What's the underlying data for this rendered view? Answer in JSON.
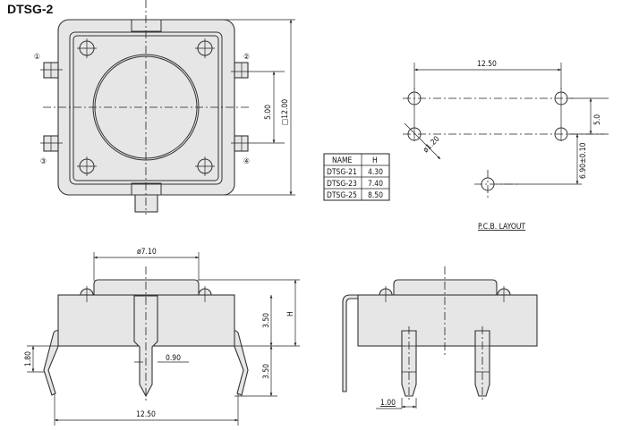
{
  "title": "DTSG-2",
  "top_view": {
    "pin_labels": [
      "①",
      "②",
      "③",
      "④"
    ],
    "dim_body": "□12.00",
    "dim_pin_pitch": "5.00"
  },
  "pcb_layout": {
    "label": "P.C.B. LAYOUT",
    "dim_horizontal": "12.50",
    "dim_vertical": "5.0",
    "dim_offset": "6.90±0.10",
    "dim_hole": "ø1.20"
  },
  "table": {
    "headers": [
      "NAME",
      "H"
    ],
    "rows": [
      [
        "DTSG-21",
        "4.30"
      ],
      [
        "DTSG-23",
        "7.40"
      ],
      [
        "DTSG-25",
        "8.50"
      ]
    ]
  },
  "side_view": {
    "dim_cap": "ø7.10",
    "dim_height": "H",
    "dim_body": "3.50",
    "dim_lead": "3.50",
    "dim_bend": "1.80",
    "dim_stem": "0.90",
    "dim_span": "12.50"
  },
  "end_view": {
    "dim_pin": "1.00"
  }
}
